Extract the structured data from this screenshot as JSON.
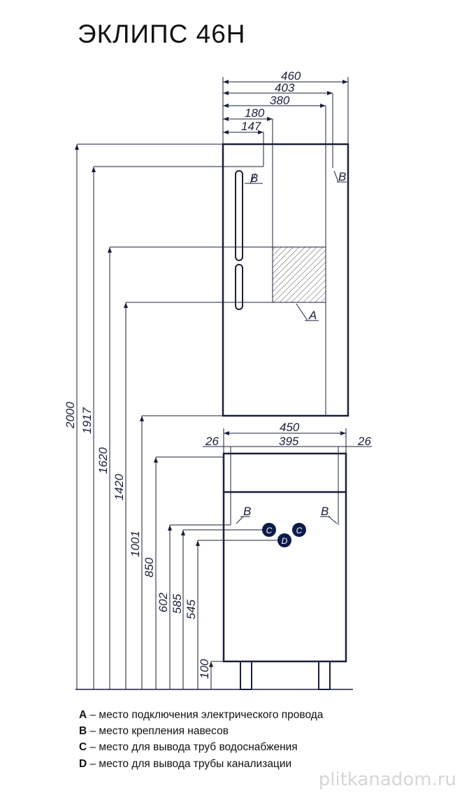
{
  "title": "ЭКЛИПС 46Н",
  "dimensions": {
    "top": [
      "460",
      "403",
      "380",
      "180",
      "147"
    ],
    "lower_width": "450",
    "lower_inner": "395",
    "lower_side_left": "26",
    "lower_side_right": "26",
    "heights": [
      "2000",
      "1917",
      "1620",
      "1420",
      "1001",
      "850",
      "602",
      "585",
      "545",
      "100"
    ]
  },
  "markers": {
    "a": "A",
    "b": "B",
    "c": "C",
    "d": "D"
  },
  "legend": [
    {
      "key": "A",
      "text": " – место подключения электрического провода"
    },
    {
      "key": "B",
      "text": " – место крепления навесов"
    },
    {
      "key": "C",
      "text": " – место для вывода труб водоснабжения"
    },
    {
      "key": "D",
      "text": " – место для вывода трубы канализации"
    }
  ],
  "watermark": "plitkanadom.ru",
  "colors": {
    "line": "#1a1f3a",
    "marker": "#0d1b4b"
  }
}
